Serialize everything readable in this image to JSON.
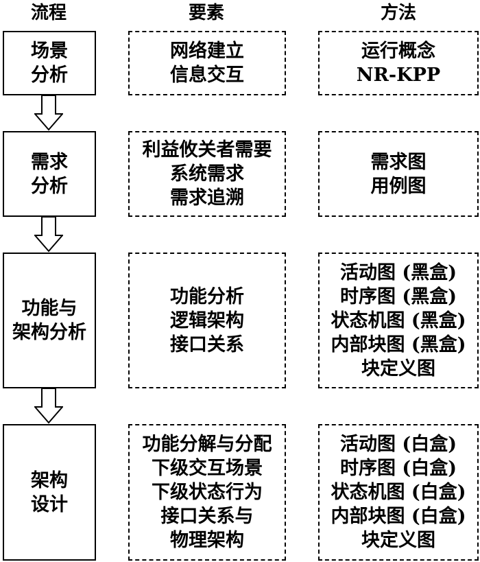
{
  "headers": {
    "process": "流程",
    "elements": "要素",
    "methods": "方法"
  },
  "rows": [
    {
      "process": [
        "场景",
        "分析"
      ],
      "elements": [
        "网络建立",
        "信息交互"
      ],
      "methods": [
        "运行概念",
        "NR-KPP"
      ]
    },
    {
      "process": [
        "需求",
        "分析"
      ],
      "elements": [
        "利益攸关者需要",
        "系统需求",
        "需求追溯"
      ],
      "methods": [
        "需求图",
        "用例图"
      ]
    },
    {
      "process": [
        "功能与",
        "架构分析"
      ],
      "elements": [
        "功能分析",
        "逻辑架构",
        "接口关系"
      ],
      "methods": [
        "活动图 (黑盒)",
        "时序图 (黑盒)",
        "状态机图 (黑盒)",
        "内部块图 (黑盒)",
        "块定义图"
      ]
    },
    {
      "process": [
        "架构",
        "设计"
      ],
      "elements": [
        "功能分解与分配",
        "下级交互场景",
        "下级状态行为",
        "接口关系与",
        "物理架构"
      ],
      "methods": [
        "活动图 (白盒)",
        "时序图 (白盒)",
        "状态机图 (白盒)",
        "内部块图 (白盒)",
        "块定义图"
      ]
    }
  ]
}
